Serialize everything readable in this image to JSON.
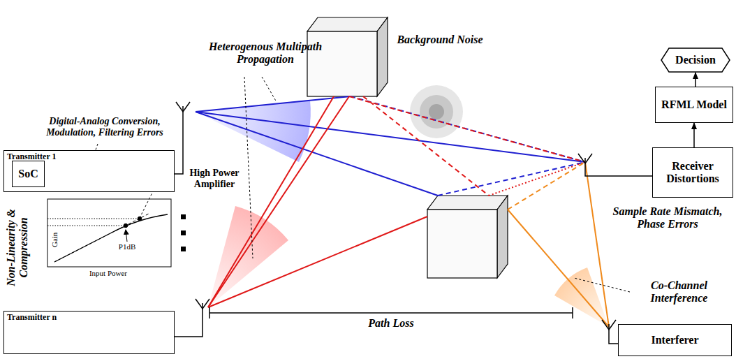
{
  "diagram": {
    "nodes": [
      {
        "text": [
          "Transmitter 1"
        ]
      },
      {
        "text": [
          "SoC"
        ],
        "in": 0
      },
      {
        "text": [
          "Transmitter n"
        ]
      },
      {
        "text": [
          "Decision"
        ]
      },
      {
        "text": [
          "RFML Model"
        ]
      },
      {
        "text": [
          "Receiver Distortions"
        ]
      },
      {
        "text": [
          "Interferer"
        ]
      }
    ],
    "edges": [
      {
        "from": 5,
        "to": 4,
        "arrow": "to"
      },
      {
        "from": 4,
        "to": 3,
        "arrow": "to"
      }
    ],
    "labels": [
      "Heterogenous Multipath Propagation",
      "Background Noise",
      "Digital-Analog Conversion, Modulation, Filtering Errors",
      "High Power Amplifier",
      "Non-Linearity & Compression",
      "Gain",
      "Input Power",
      "P1dB",
      "Sample Rate Mismatch, Phase Errors",
      "Co-Channel Interference",
      "Path Loss"
    ]
  }
}
